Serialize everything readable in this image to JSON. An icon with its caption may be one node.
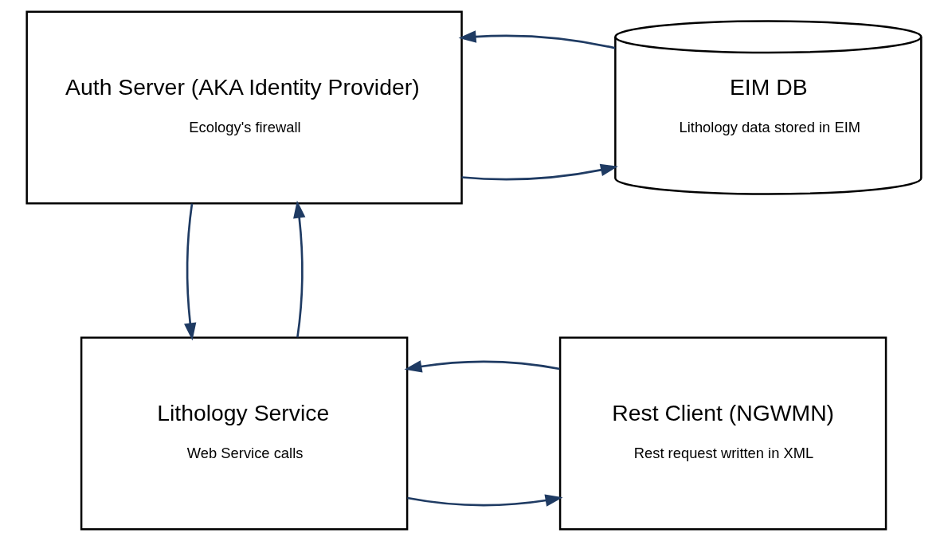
{
  "diagram": {
    "nodes": [
      {
        "text": [
          "Auth Server (AKA Identity Provider)",
          "Ecology's firewall"
        ]
      },
      {
        "text": [
          "EIM DB",
          "Lithology data stored in EIM"
        ]
      },
      {
        "text": [
          "Lithology Service",
          "Web Service calls"
        ]
      },
      {
        "text": [
          "Rest Client (NGWMN)",
          "Rest request written in XML"
        ]
      }
    ],
    "edges": [
      {
        "from": 0,
        "to": 1,
        "arrow": "to"
      },
      {
        "from": 1,
        "to": 0,
        "arrow": "to"
      },
      {
        "from": 2,
        "to": 0,
        "arrow": "to"
      },
      {
        "from": 0,
        "to": 2,
        "arrow": "to"
      },
      {
        "from": 2,
        "to": 3,
        "arrow": "to"
      },
      {
        "from": 3,
        "to": 2,
        "arrow": "to"
      }
    ]
  }
}
